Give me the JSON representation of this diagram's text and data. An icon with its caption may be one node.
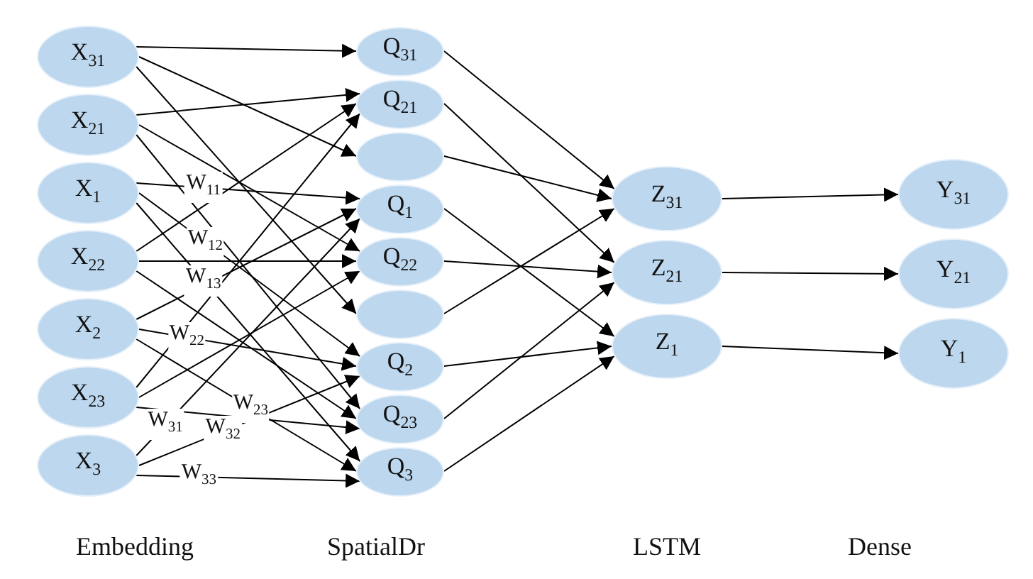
{
  "diagram": {
    "nodes": [
      {
        "text": [
          "X$_{31}$"
        ]
      },
      {
        "text": [
          "X$_{21}$"
        ]
      },
      {
        "text": [
          "X$_{1}$"
        ]
      },
      {
        "text": [
          "X$_{22}$"
        ]
      },
      {
        "text": [
          "X$_{2}$"
        ]
      },
      {
        "text": [
          "X$_{23}$"
        ]
      },
      {
        "text": [
          "X$_{3}$"
        ]
      },
      {
        "text": [
          "Q$_{31}$"
        ]
      },
      {
        "text": [
          "Q$_{21}$"
        ]
      },
      {
        "text": [],
        "shape": "circle"
      },
      {
        "text": [
          "Q$_{1}$"
        ]
      },
      {
        "text": [
          "Q$_{22}$"
        ]
      },
      {
        "text": [],
        "shape": "circle"
      },
      {
        "text": [
          "Q$_{2}$"
        ]
      },
      {
        "text": [
          "Q$_{23}$"
        ]
      },
      {
        "text": [
          "Q$_{3}$"
        ]
      },
      {
        "text": [
          "Z$_{31}$"
        ]
      },
      {
        "text": [
          "Z$_{21}$"
        ]
      },
      {
        "text": [
          "Z$_{1}$"
        ]
      },
      {
        "text": [
          "Y$_{31}$"
        ]
      },
      {
        "text": [
          "Y$_{21}$"
        ]
      },
      {
        "text": [
          "Y$_{1}$"
        ]
      }
    ],
    "edges": [
      {
        "from": 2,
        "to": 10,
        "arrow": "to",
        "label": "W$_{11}$"
      },
      {
        "from": 2,
        "to": 13,
        "arrow": "to",
        "label": "W$_{12}$"
      },
      {
        "from": 2,
        "to": 15,
        "arrow": "to",
        "label": "W$_{13}$"
      },
      {
        "from": 4,
        "to": 10,
        "arrow": "to"
      },
      {
        "from": 4,
        "to": 13,
        "arrow": "to",
        "label": "W$_{22}$"
      },
      {
        "from": 4,
        "to": 15,
        "arrow": "to",
        "label": "W$_{23}$"
      },
      {
        "from": 6,
        "to": 10,
        "arrow": "to",
        "label": "W$_{31}$"
      },
      {
        "from": 6,
        "to": 13,
        "arrow": "to",
        "label": "W$_{32}$"
      },
      {
        "from": 6,
        "to": 15,
        "arrow": "to",
        "label": "W$_{33}$"
      },
      {
        "from": 1,
        "to": 8,
        "arrow": "to"
      },
      {
        "from": 1,
        "to": 11,
        "arrow": "to"
      },
      {
        "from": 1,
        "to": 14,
        "arrow": "to"
      },
      {
        "from": 3,
        "to": 8,
        "arrow": "to"
      },
      {
        "from": 3,
        "to": 11,
        "arrow": "to"
      },
      {
        "from": 3,
        "to": 14,
        "arrow": "to"
      },
      {
        "from": 5,
        "to": 8,
        "arrow": "to"
      },
      {
        "from": 5,
        "to": 11,
        "arrow": "to"
      },
      {
        "from": 5,
        "to": 14,
        "arrow": "to"
      },
      {
        "from": 0,
        "to": 7,
        "arrow": "to"
      },
      {
        "from": 0,
        "to": 9,
        "arrow": "to"
      },
      {
        "from": 0,
        "to": 12,
        "arrow": "to"
      },
      {
        "from": 7,
        "to": 16,
        "arrow": "to"
      },
      {
        "from": 9,
        "to": 16,
        "arrow": "to"
      },
      {
        "from": 12,
        "to": 16,
        "arrow": "to"
      },
      {
        "from": 8,
        "to": 17,
        "arrow": "to"
      },
      {
        "from": 11,
        "to": 17,
        "arrow": "to"
      },
      {
        "from": 14,
        "to": 17,
        "arrow": "to"
      },
      {
        "from": 10,
        "to": 18,
        "arrow": "to"
      },
      {
        "from": 13,
        "to": 18,
        "arrow": "to"
      },
      {
        "from": 15,
        "to": 18,
        "arrow": "to"
      },
      {
        "from": 16,
        "to": 19,
        "arrow": "to"
      },
      {
        "from": 17,
        "to": 20,
        "arrow": "to"
      },
      {
        "from": 18,
        "to": 21,
        "arrow": "to"
      }
    ],
    "labels": [
      "Embedding",
      "SpatialDr",
      "LSTM",
      "Dense"
    ]
  }
}
